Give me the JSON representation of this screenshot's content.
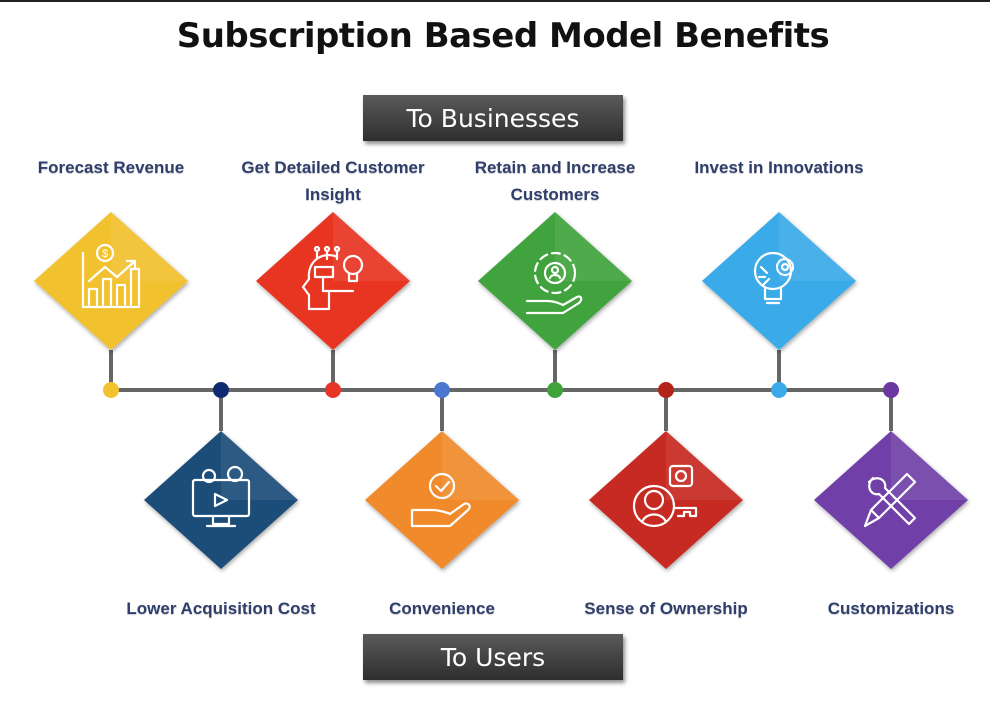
{
  "title": "Subscription Based Model Benefits",
  "banners": {
    "top": "To Businesses",
    "bottom": "To Users"
  },
  "items": [
    {
      "label": "Forecast Revenue",
      "group": "businesses",
      "icon": "revenue-chart-icon",
      "color": "#f2c12e"
    },
    {
      "label": "Lower Acquisition Cost",
      "group": "users",
      "icon": "computer-video-icon",
      "color": "#1f4e79"
    },
    {
      "label": "Get Detailed Customer Insight",
      "group": "businesses",
      "icon": "head-insight-icon",
      "color": "#e83424"
    },
    {
      "label": "Convenience",
      "group": "users",
      "icon": "hand-check-icon",
      "color": "#f08a2c"
    },
    {
      "label": "Retain and Increase Customers",
      "group": "businesses",
      "icon": "customer-retention-icon",
      "color": "#3fa33c"
    },
    {
      "label": "Sense of Ownership",
      "group": "users",
      "icon": "person-key-icon",
      "color": "#c62a20"
    },
    {
      "label": "Invest in Innovations",
      "group": "businesses",
      "icon": "bulb-gear-icon",
      "color": "#3aaae8"
    },
    {
      "label": "Customizations",
      "group": "users",
      "icon": "wrench-pencil-icon",
      "color": "#7040a8"
    }
  ],
  "dot_colors": [
    "#f2c12e",
    "#102a72",
    "#e83424",
    "#4a78d0",
    "#3fa33c",
    "#b22418",
    "#3aaae8",
    "#6a38a0"
  ]
}
